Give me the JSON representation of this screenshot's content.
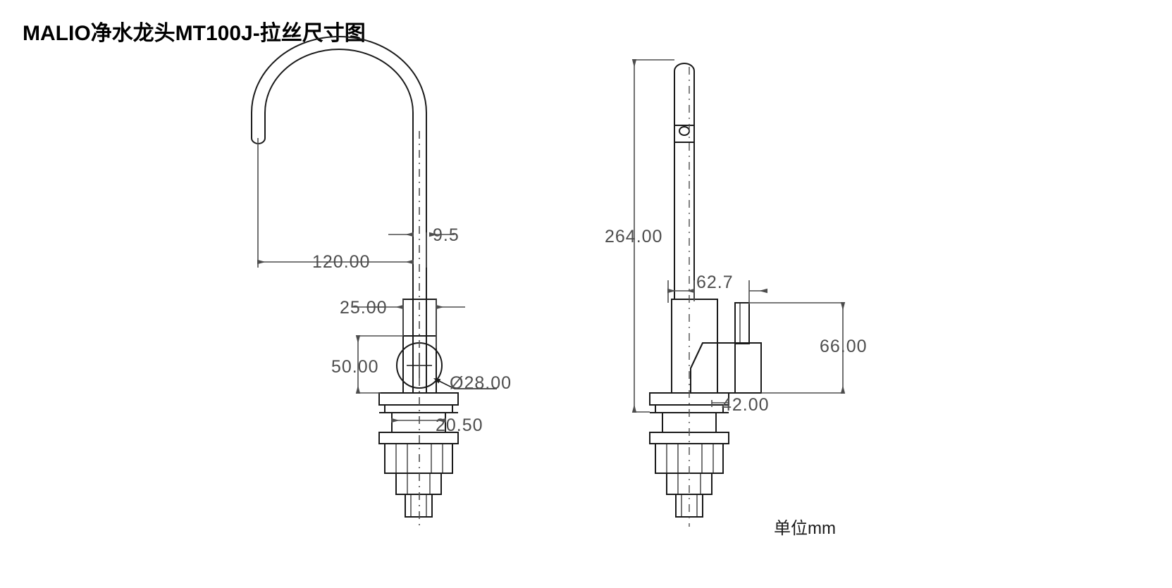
{
  "document": {
    "title": "MALIO净水龙头MT100J-拉丝尺寸图",
    "units_note": "单位mm",
    "background_color": "#ffffff",
    "line_color": "#1a1a1a",
    "dimension_color": "#4d4d4d",
    "title_color": "#000000"
  },
  "views": {
    "front": {
      "name": "front-view",
      "dimensions": {
        "spout_reach": "120.00",
        "spout_tube_diameter": "9.5",
        "collar_height": "25.00",
        "body_height": "50.00",
        "body_diameter": "Ø28.00",
        "base_thickness": "20.50"
      }
    },
    "side": {
      "name": "side-view",
      "dimensions": {
        "overall_height": "264.00",
        "handle_offset": "62.7",
        "handle_height": "66.00",
        "body_width": "42.00"
      }
    }
  },
  "chart_data": {
    "type": "table",
    "title": "MALIO净水龙头MT100J-拉丝尺寸图",
    "xlabel": "",
    "ylabel": "",
    "categories": [
      "120.00",
      "9.5",
      "25.00",
      "50.00",
      "Ø28.00",
      "20.50",
      "264.00",
      "62.7",
      "66.00",
      "42.00"
    ],
    "values": [
      120.0,
      9.5,
      25.0,
      50.0,
      28.0,
      20.5,
      264.0,
      62.7,
      66.0,
      42.0
    ],
    "annotations": [
      "单位mm"
    ]
  }
}
